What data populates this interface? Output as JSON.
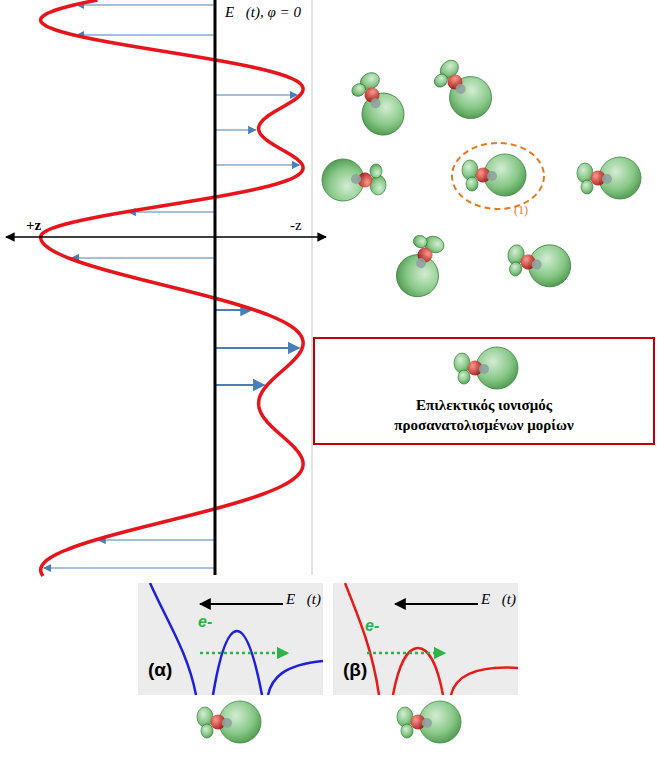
{
  "diagram": {
    "nodes": [
      {
        "text": [
          "Επιλεκτικός ιονισμός προσανατολισμένων μορίων"
        ]
      },
      {
        "text": [
          "E⃗(t)",
          "e-",
          "(α)"
        ]
      },
      {
        "text": [
          "E⃗(t)",
          "e-",
          "(β)"
        ]
      }
    ],
    "labels": [
      "E⃗(t), φ = 0",
      "+z",
      "-z",
      "(1)"
    ]
  }
}
